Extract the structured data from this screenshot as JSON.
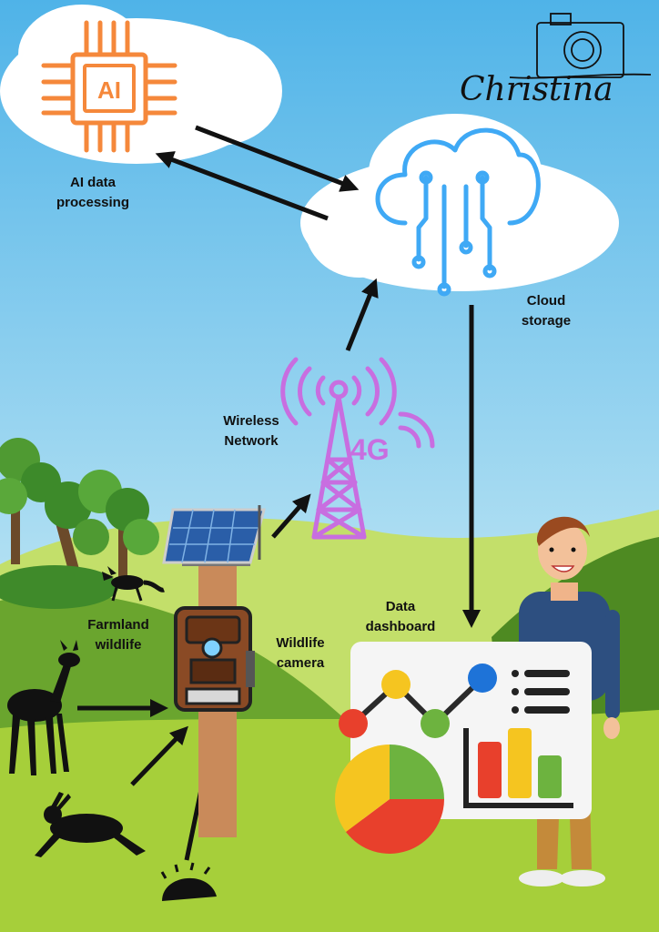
{
  "labels": {
    "ai_processing": [
      "AI data",
      "processing"
    ],
    "ai_chip_text": "AI",
    "cloud_storage": [
      "Cloud",
      "storage"
    ],
    "wireless_network": [
      "Wireless",
      "Network"
    ],
    "network_badge": "4G",
    "farmland_wildlife": [
      "Farmland",
      "wildlife"
    ],
    "wildlife_camera": [
      "Wildlife",
      "camera"
    ],
    "data_dashboard": [
      "Data",
      "dashboard"
    ]
  },
  "signature": "Christina",
  "colors": {
    "sky_top": "#4fb3e8",
    "sky_bottom": "#d9f0f7",
    "grass": "#a6cf3a",
    "ai_orange": "#f5883b",
    "cloud_blue": "#3fa9f5",
    "network_purple": "#c86ee0",
    "camera_brown": "#8a4a25"
  }
}
